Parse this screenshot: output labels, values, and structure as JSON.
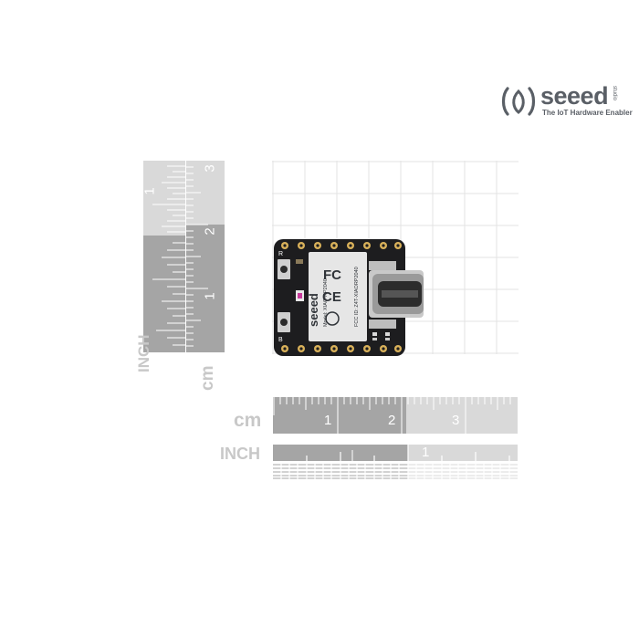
{
  "brand": {
    "name": "seeed",
    "tagline": "The IoT Hardware Enabler",
    "sub": "studio"
  },
  "board": {
    "shield_brand": "seeed",
    "model": "Model: XIAO-RP2040",
    "fcc_id": "FCC ID: Z4T-XIAORP2040",
    "fcc_mark": "FC",
    "ce_mark": "CE",
    "button_r_label": "R",
    "button_b_label": "B"
  },
  "rulers": {
    "vertical_inch_label": "INCH",
    "vertical_cm_label": "cm",
    "vertical_cm_numbers": [
      "1",
      "2",
      "3"
    ],
    "vertical_inch_numbers": [
      "1"
    ],
    "horizontal_cm_label": "cm",
    "horizontal_cm_numbers": [
      "1",
      "2",
      "3"
    ],
    "horizontal_inch_label": "INCH",
    "horizontal_inch_numbers": [
      "1"
    ]
  },
  "colors": {
    "ruler_dark": "#a5a5a5",
    "ruler_light": "#d9d9d9",
    "grid": "#e3e3e3",
    "pcb": "#1d1d1f",
    "gold": "#d9b15a",
    "logo": "#5a5f66"
  }
}
